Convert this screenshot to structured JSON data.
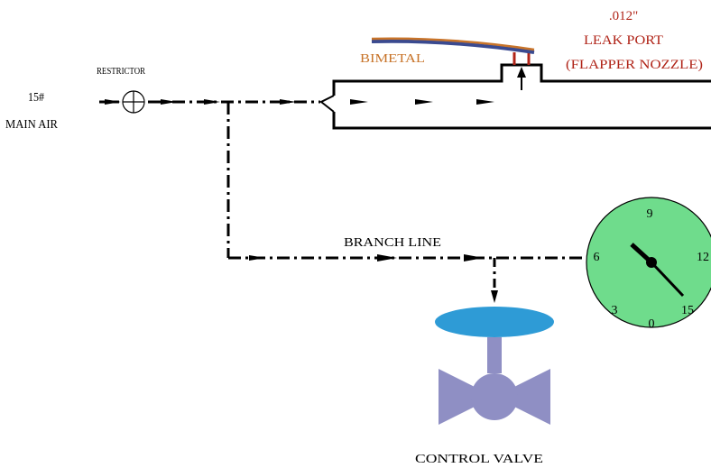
{
  "labels": {
    "main_air_line1": "15#",
    "main_air_line2": "MAIN AIR",
    "restrictor": "RESTRICTOR",
    "bimetal": "BIMETAL",
    "leak_port_size": ".012\"",
    "leak_port": "LEAK PORT",
    "flapper_nozzle": "(FLAPPER NOZZLE)",
    "branch_line": "BRANCH LINE",
    "control_valve": "CONTROL VALVE"
  },
  "gauge": {
    "ticks": [
      "0",
      "3",
      "6",
      "9",
      "12",
      "15"
    ]
  },
  "colors": {
    "line": "#000000",
    "bimetal_label": "#c8742a",
    "leak_port_label": "#b02418",
    "gauge_face": "#6fdc8c",
    "valve_cap": "#2e9bd6",
    "valve_body": "#8f8fc4"
  }
}
